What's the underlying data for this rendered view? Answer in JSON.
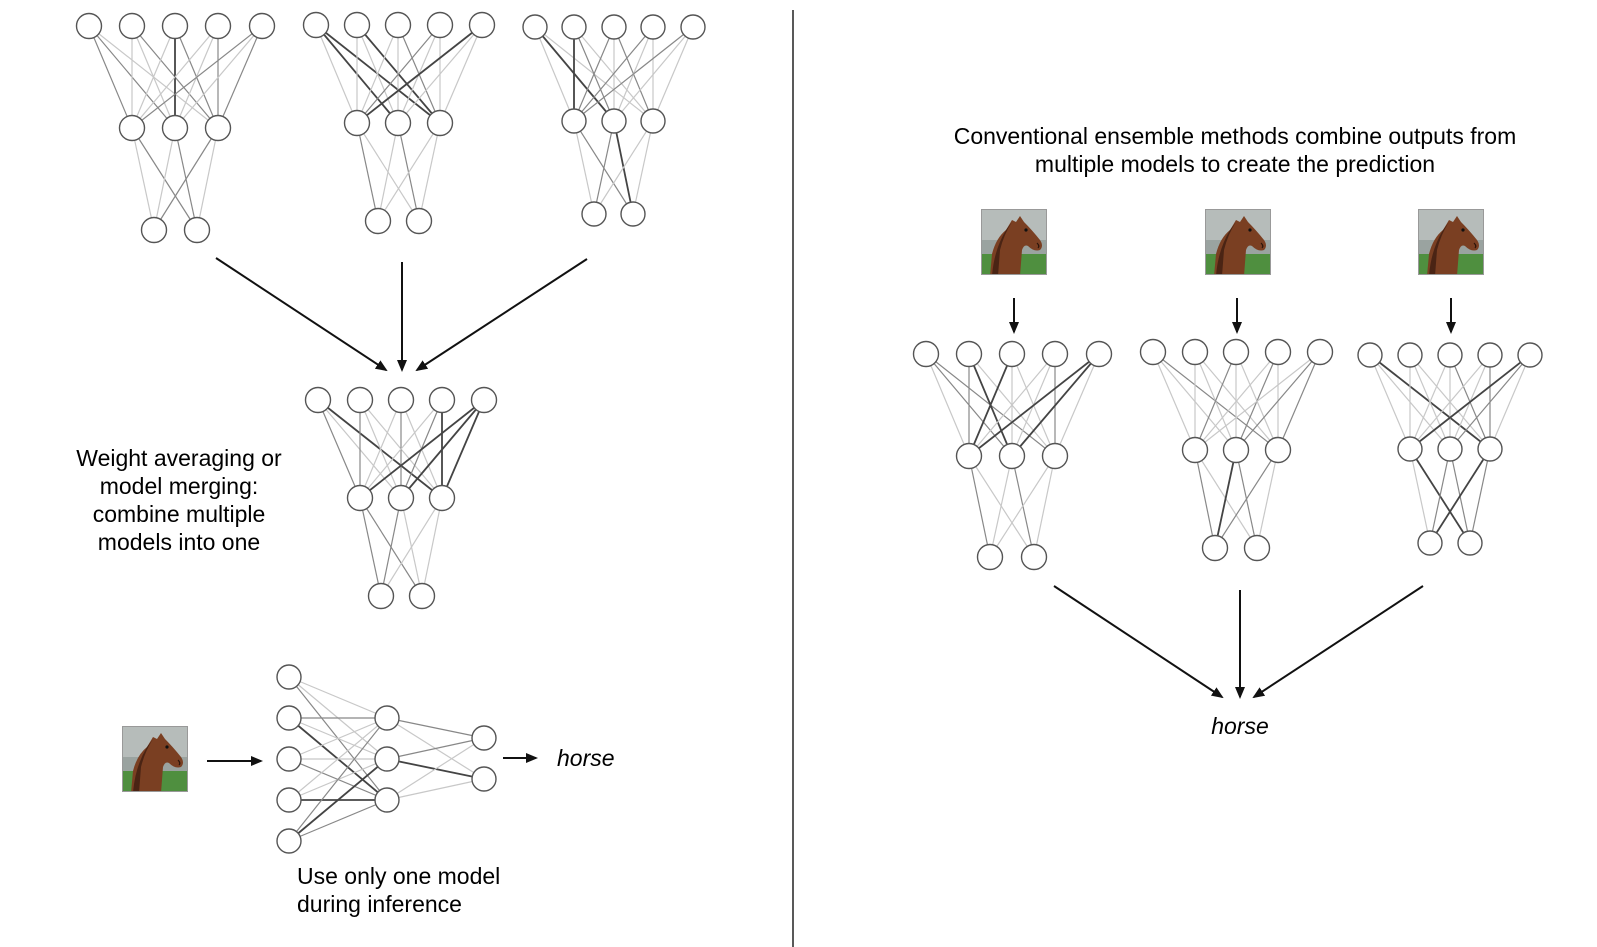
{
  "left": {
    "merge_label_lines": [
      "Weight averaging or",
      "model merging:",
      "combine multiple",
      "models into one"
    ],
    "single_model_label_lines": [
      "Use only one model",
      "during inference"
    ],
    "output_label": "horse"
  },
  "right": {
    "ensemble_label_lines": [
      "Conventional ensemble methods combine outputs from",
      "multiple models to create the prediction"
    ],
    "output_label": "horse"
  },
  "colors": {
    "node_stroke": "#555555",
    "arrow": "#111111",
    "divider": "#222222",
    "edge_dark": "#444444",
    "edge_mid": "#888888",
    "edge_light": "#c8c8c8"
  },
  "icons": [
    "horse-photo-icon",
    "arrow-icon"
  ]
}
